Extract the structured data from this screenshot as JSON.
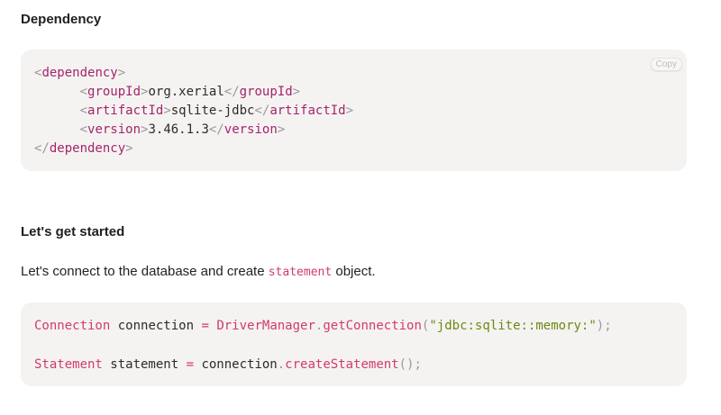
{
  "sections": {
    "dependency_heading": "Dependency",
    "start_heading": "Let's get started"
  },
  "copy_button_label": "Copy",
  "dependency_xml": {
    "lt": "<",
    "gt": ">",
    "lt_close": "</",
    "indent": "      ",
    "dependency_tag": "dependency",
    "group_tag": "groupId",
    "group_value": "org.xerial",
    "artifact_tag": "artifactId",
    "artifact_value": "sqlite-jdbc",
    "version_tag": "version",
    "version_value": "3.46.1.3"
  },
  "intro": {
    "before": "Let's connect to the database and create ",
    "code": "statement",
    "after": " object."
  },
  "java_code": {
    "line1": {
      "type": "Connection",
      "var": " connection ",
      "eq": "=",
      "cls": " DriverManager",
      "dot": ".",
      "method": "getConnection",
      "open": "(",
      "arg": "\"jdbc:sqlite::memory:\"",
      "close": ");"
    },
    "line2": {
      "type": "Statement",
      "var": " statement ",
      "eq": "=",
      "obj": " connection",
      "dot": ".",
      "method": "createStatement",
      "close": "();"
    }
  },
  "colors": {
    "code_background": "#f5f3f1",
    "xml_tag": "#a3246e",
    "keyword": "#d13b69",
    "string": "#6a8a16",
    "punctuation": "#999999"
  }
}
